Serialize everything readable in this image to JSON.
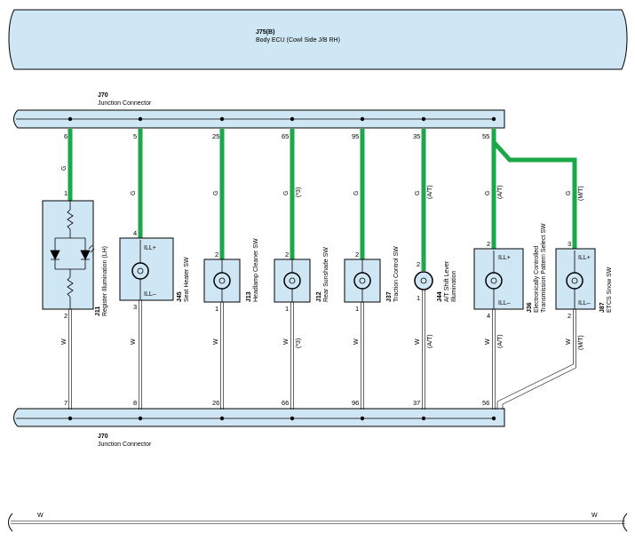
{
  "ecu": {
    "code": "J75(B)",
    "name": "Body ECU (Cowl Side J/B RH)"
  },
  "junction_top": {
    "code": "J70",
    "name": "Junction Connector"
  },
  "junction_bottom": {
    "code": "J70",
    "name": "Junction Connector"
  },
  "colors": {
    "connector_fill": "#cfe6f5",
    "wire_green": "#1aa84a",
    "wire_white": "#d0d0d0"
  },
  "bottom_wire_left": "W",
  "bottom_wire_right": "W",
  "columns": [
    {
      "top_pin": "6",
      "wire_top": "G",
      "note_top": "",
      "comp_pin_top": "1",
      "comp_pin_bot": "2",
      "wire_bot": "W",
      "note_bot": "",
      "bottom_pin": "7",
      "code": "J11",
      "label1": "Register Illumination (LH)",
      "label2": "",
      "ill_plus": "",
      "ill_minus": ""
    },
    {
      "top_pin": "5",
      "wire_top": "G",
      "note_top": "",
      "comp_pin_top": "4",
      "comp_pin_bot": "3",
      "wire_bot": "W",
      "note_bot": "",
      "bottom_pin": "8",
      "code": "J45",
      "label1": "Seat Heater SW",
      "label2": "",
      "ill_plus": "ILL+",
      "ill_minus": "ILL–"
    },
    {
      "top_pin": "25",
      "wire_top": "G",
      "note_top": "",
      "comp_pin_top": "2",
      "comp_pin_bot": "1",
      "wire_bot": "W",
      "note_bot": "",
      "bottom_pin": "26",
      "code": "J13",
      "label1": "Headlamp Cleaner SW",
      "label2": "",
      "ill_plus": "",
      "ill_minus": ""
    },
    {
      "top_pin": "65",
      "wire_top": "G",
      "note_top": "(*3)",
      "comp_pin_top": "2",
      "comp_pin_bot": "1",
      "wire_bot": "W",
      "note_bot": "(*3)",
      "bottom_pin": "66",
      "code": "J12",
      "label1": "Rear Sunshade SW",
      "label2": "",
      "ill_plus": "",
      "ill_minus": ""
    },
    {
      "top_pin": "95",
      "wire_top": "G",
      "note_top": "",
      "comp_pin_top": "2",
      "comp_pin_bot": "1",
      "wire_bot": "W",
      "note_bot": "",
      "bottom_pin": "96",
      "code": "J37",
      "label1": "Traction Control SW",
      "label2": "",
      "ill_plus": "",
      "ill_minus": ""
    },
    {
      "top_pin": "35",
      "wire_top": "G",
      "note_top": "(A/T)",
      "comp_pin_top": "2",
      "comp_pin_bot": "1",
      "wire_bot": "W",
      "note_bot": "(A/T)",
      "bottom_pin": "37",
      "code": "J44",
      "label1": "A/T Shift Lever",
      "label2": "Illumination",
      "ill_plus": "",
      "ill_minus": ""
    },
    {
      "top_pin": "55",
      "wire_top": "G",
      "note_top": "(A/T)",
      "comp_pin_top": "2",
      "comp_pin_bot": "4",
      "wire_bot": "W",
      "note_bot": "(A/T)",
      "bottom_pin": "56",
      "code": "J36",
      "label1": "Electronically Controlled",
      "label2": "Transmission Pattern Select SW",
      "ill_plus": "ILL+",
      "ill_minus": "ILL–"
    },
    {
      "top_pin": "",
      "wire_top": "G",
      "note_top": "(M/T)",
      "comp_pin_top": "3",
      "comp_pin_bot": "2",
      "wire_bot": "W",
      "note_bot": "(M/T)",
      "bottom_pin": "",
      "code": "J87",
      "label1": "ETCS Snow SW",
      "label2": "",
      "ill_plus": "ILL+",
      "ill_minus": "ILL–"
    }
  ]
}
